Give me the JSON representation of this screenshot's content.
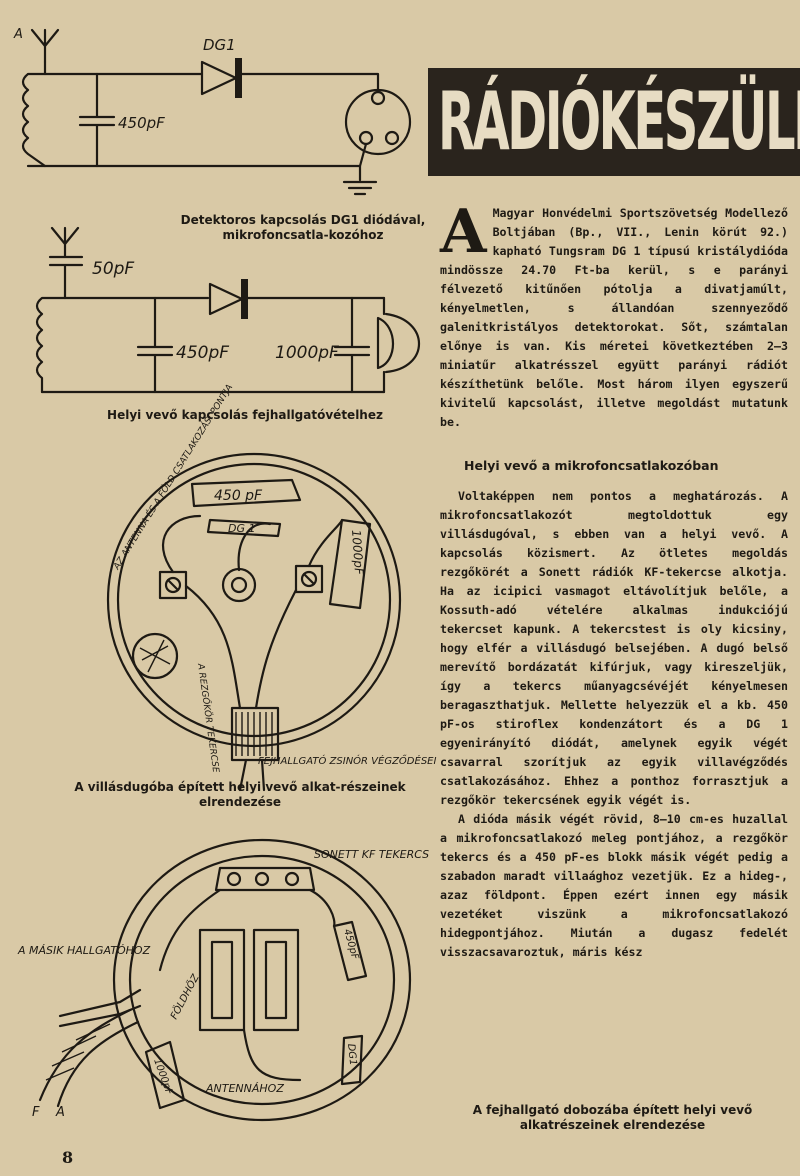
{
  "title": "RÁDIÓKÉSZÜLÉK",
  "figure1": {
    "antenna_label": "A",
    "diode_label": "DG1",
    "capacitor_label": "450pF",
    "caption": "Detektoros kapcsolás DG1 diódával, mikrofoncsatla-kozóhoz"
  },
  "figure2": {
    "cap_series_label": "50pF",
    "cap1_label": "450pF",
    "cap2_label": "1000pF",
    "caption": "Helyi vevő kapcsolás fejhallgatóvételhez"
  },
  "figure3": {
    "lbl_antenna": "AZ ANTENNA ÉS A FÖLD CSATLAKOZÁSI PONTJA",
    "lbl_cap450": "450 pF",
    "lbl_dg1": "DG 1",
    "lbl_cap1000": "1000pF",
    "lbl_coil": "A REZGŐKÖR TEKERCSE",
    "lbl_cable": "FEJHALLGATÓ ZSINÓR VÉGZŐDÉSEI",
    "caption": "A villásdugóba épített helyi vevő alkat-részeinek elrendezése"
  },
  "figure4": {
    "lbl_sonett": "SONETT KF TEKERCS",
    "lbl_other": "A MÁSIK HALLGATÓHOZ",
    "lbl_fold": "FÖLDHÖZ",
    "lbl_antenna": "ANTENNÁHOZ",
    "lbl_cap450": "450pF",
    "lbl_cap1000": "1000pF",
    "lbl_dg1": "DG1",
    "lbl_f": "F",
    "lbl_a": "A"
  },
  "article": {
    "dropcap": "A",
    "intro": "Magyar Honvédelmi Sportszövetség Modellező Boltjában (Bp., VII., Lenin körút 92.) kapható Tungsram DG 1 típusú kristálydióda mindössze 24.70 Ft-ba kerül, s e parányi félvezető kitűnően pótolja a divatjamúlt, kényelmetlen, s állandóan szennyeződő galenitkristályos detektorokat. Sőt, számtalan előnye is van. Kis méretei következtében 2—3 miniatűr alkatrésszel együtt parányi rádiót készíthetünk belőle. Most három ilyen egyszerű kivitelű kapcsolást, illetve megoldást mutatunk be.",
    "subhead": "Helyi vevő a mikrofoncsatlakozóban",
    "paragraph1": "Voltaképpen nem pontos a meghatározás. A mikrofoncsatlakozót megtoldottuk egy villásdugóval, s ebben van a helyi vevő. A kapcsolás közismert. Az ötletes megoldás rezgőkörét a Sonett rádiók KF-tekercse alkotja. Ha az icipici vasmagot eltávolítjuk belőle, a Kossuth-adó vételére alkalmas indukciójú tekercset kapunk. A tekercstest is oly kicsiny, hogy elfér a villásdugó belsejében. A dugó belső merevítő bordázatát kifúrjuk, vagy kireszeljük, így a tekercs műanyagcsévéjét kényelmesen beragaszthatjuk. Mellette helyezzük el a kb. 450 pF-os stiroflex kondenzátort és a DG 1 egyenirányító diódát, amelynek egyik végét csavarral szorítjuk az egyik villavégződés csatlakozásához. Ehhez a ponthoz forrasztjuk a rezgőkör tekercsének egyik végét is.",
    "paragraph2": "A dióda másik végét rövid, 8—10 cm-es huzallal a mikrofoncsatlakozó meleg pontjához, a rezgőkör tekercs és a 450 pF-es blokk másik végét pedig a szabadon maradt villaághoz vezetjük. Ez a hideg-, azaz földpont. Éppen ezért innen egy másik vezetéket viszünk a mikrofoncsatlakozó hidegpontjához. Miután a dugasz fedelét visszacsavaroztuk, máris kész",
    "bottom_caption": "A fejhallgató dobozába épített helyi vevő alkatrészeinek elrendezése"
  },
  "page_number": "8"
}
